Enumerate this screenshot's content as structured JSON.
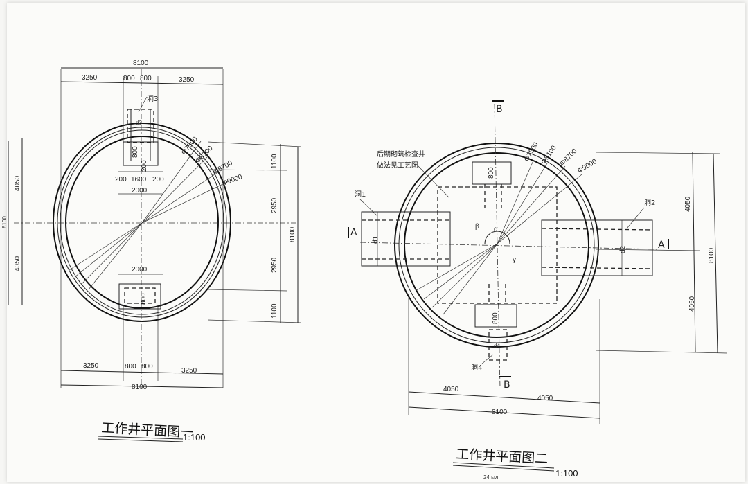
{
  "plan1": {
    "title": "工作井平面图一",
    "scale": "1:100",
    "top_dims": [
      "3250",
      "800",
      "800",
      "3250"
    ],
    "top_total": "8100",
    "bottom_dims": [
      "3250",
      "800",
      "800",
      "3250"
    ],
    "bottom_total": "8100",
    "right_dims": [
      "1100",
      "2950",
      "2950",
      "1100"
    ],
    "right_total": "8100",
    "left_dims": [
      "4050",
      "4050"
    ],
    "left_total": "8100",
    "hole_label": "洞3",
    "hole_diam": "d3",
    "niche_top": "800",
    "niche_gap": "200",
    "niche_dims": [
      "200",
      "1600",
      "200"
    ],
    "niche_width": "2000",
    "niche_bottom_width": "2000",
    "niche_bottom": "800",
    "ring_labels": [
      "Φ7500",
      "Φ8100",
      "Φ8700",
      "Φ9000"
    ]
  },
  "plan2": {
    "title": "工作井平面图二",
    "scale": "1:100",
    "note_line1": "后期砌筑检查井",
    "note_line2": "做法见工艺图",
    "section_a": "A",
    "section_b": "B",
    "hole1": "洞1",
    "hole2": "洞2",
    "hole4": "洞4",
    "d1": "d1",
    "d2": "d2",
    "d4": "d4",
    "angle_a": "α",
    "angle_b": "β",
    "angle_g": "γ",
    "niche_top": "800",
    "niche_bottom": "800",
    "bottom_dims": [
      "4050",
      "4050"
    ],
    "bottom_total": "8100",
    "right_dims": [
      "4050",
      "4050"
    ],
    "right_total": "8100",
    "ring_labels": [
      "Φ7500",
      "Φ8100",
      "Φ8700",
      "Φ9000"
    ]
  },
  "footer": "24 ыл"
}
